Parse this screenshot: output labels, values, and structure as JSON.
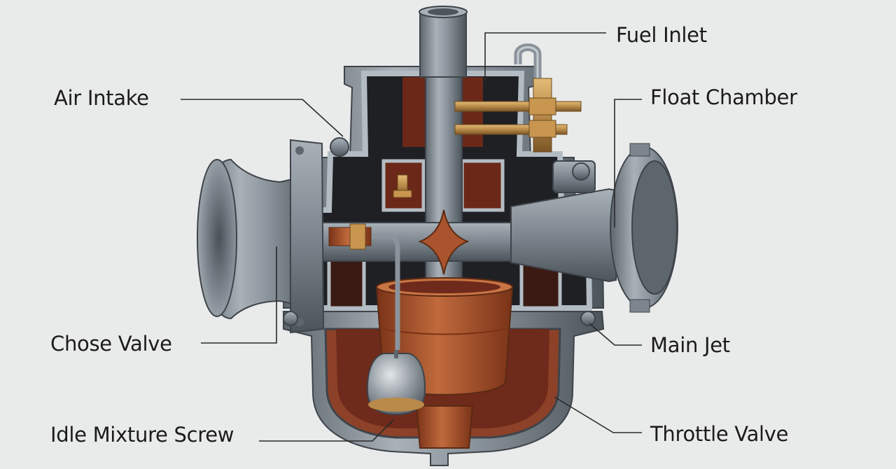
{
  "labels": {
    "fuel_inlet": "Fuel Inlet",
    "air_intake": "Air Intake",
    "float_chamber": "Float Chamber",
    "chose_valve": "Chose Valve",
    "main_jet": "Main Jet",
    "idle_mixture_screw": "Idle Mixture Screw",
    "throttle_valve": "Throttle Valve"
  },
  "colors": {
    "background": "#e9eaea",
    "metal": "#8a939b",
    "metal_dark": "#4d545b",
    "copper": "#a9542e",
    "brass": "#b98a4a",
    "fuel": "#6e2a1a"
  }
}
